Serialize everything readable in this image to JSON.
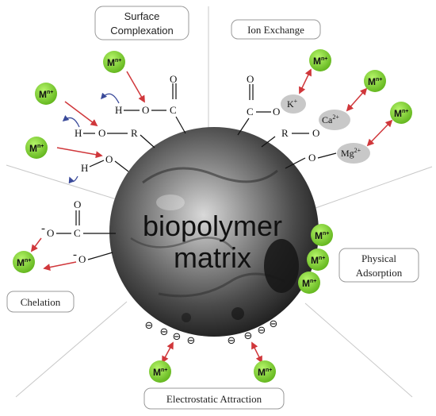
{
  "center": {
    "line1": "biopolymer",
    "line2": "matrix"
  },
  "mechanisms": {
    "surface_complexation": {
      "line1": "Surface",
      "line2": "Complexation"
    },
    "ion_exchange": "Ion Exchange",
    "physical_adsorption": {
      "line1": "Physical",
      "line2": "Adsorption"
    },
    "chelation": "Chelation",
    "electrostatic": "Electrostatic Attraction"
  },
  "metal_ion": {
    "symbol": "M",
    "charge": "n+"
  },
  "atoms": {
    "O": "O",
    "C": "C",
    "H": "H",
    "R": "R"
  },
  "charges": {
    "neg": "-",
    "minus_circle": "⊖"
  },
  "cations": {
    "k": {
      "symbol": "K",
      "charge": "+"
    },
    "ca": {
      "symbol": "Ca",
      "charge": "2+"
    },
    "mg": {
      "symbol": "Mg",
      "charge": "2+"
    }
  },
  "colors": {
    "metal_fill": "#7ed321",
    "arrow": "#d0373b",
    "proton_arrow": "#3a4a9a",
    "cation_fill": "#c8c8c8",
    "divider": "#c8c8c8"
  }
}
